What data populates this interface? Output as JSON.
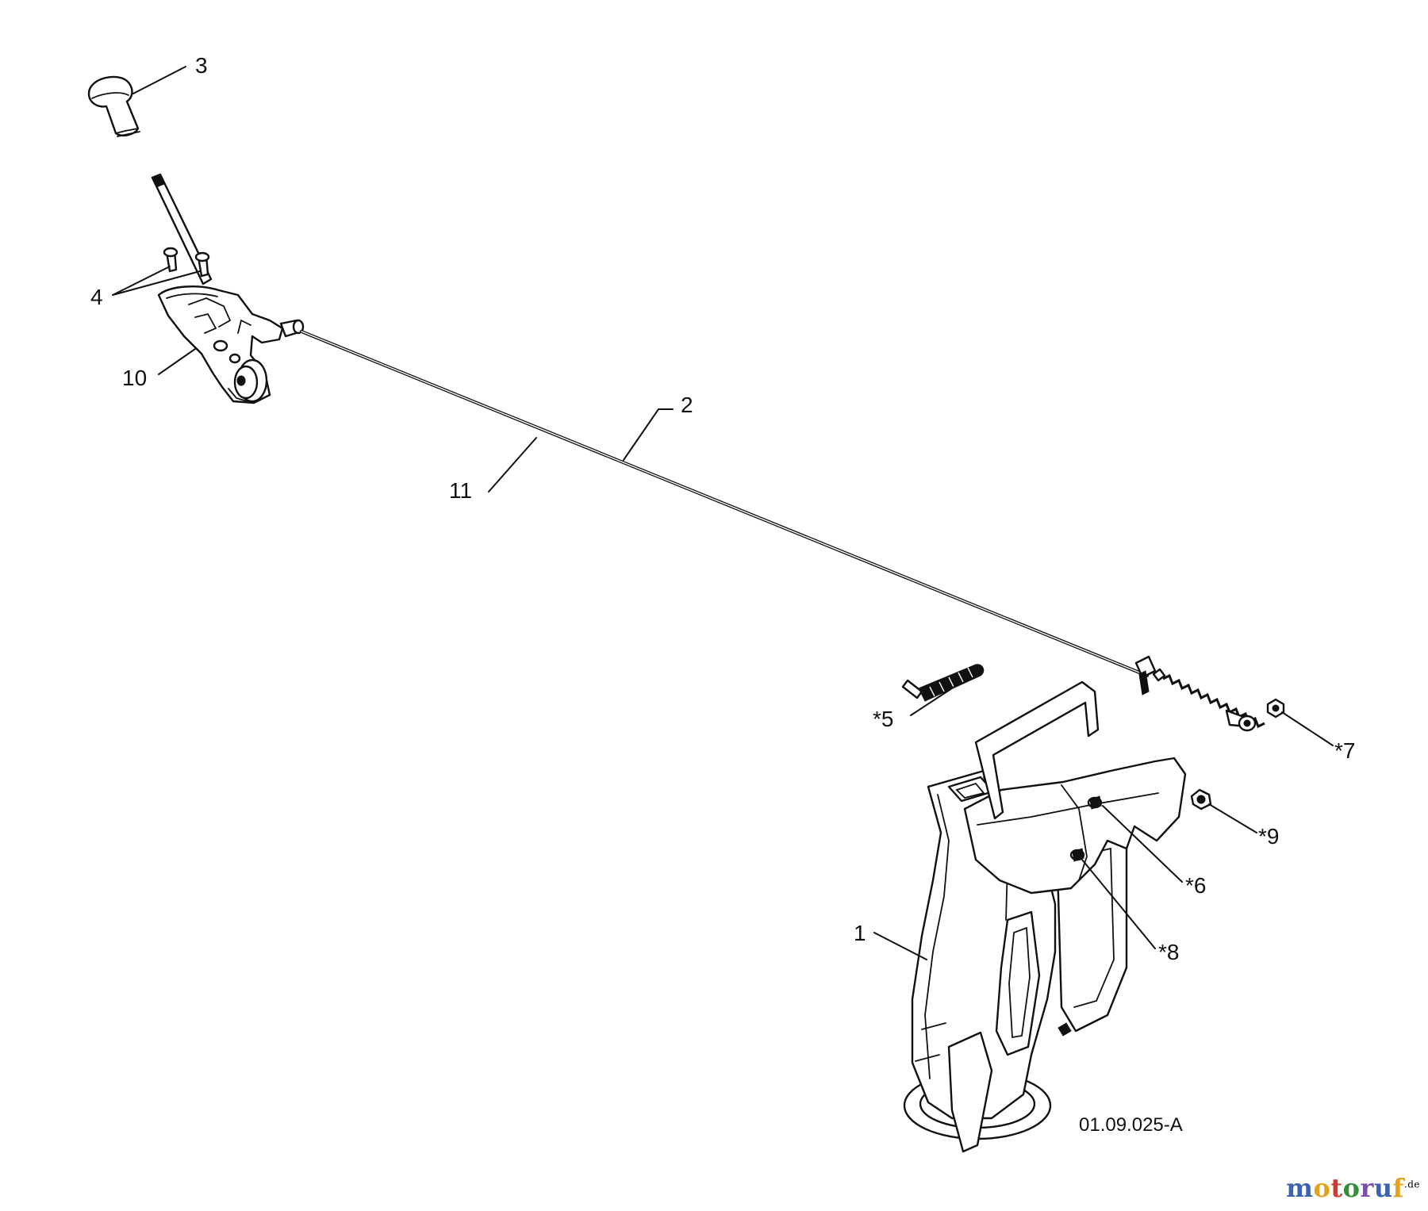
{
  "diagram": {
    "reference_code": "01.09.025-A",
    "callouts": [
      {
        "id": "c3",
        "label": "3"
      },
      {
        "id": "c4",
        "label": "4"
      },
      {
        "id": "c10",
        "label": "10"
      },
      {
        "id": "c2",
        "label": "2"
      },
      {
        "id": "c11",
        "label": "11"
      },
      {
        "id": "c5",
        "label": "*5"
      },
      {
        "id": "c7",
        "label": "*7"
      },
      {
        "id": "c9",
        "label": "*9"
      },
      {
        "id": "c6",
        "label": "*6"
      },
      {
        "id": "c8",
        "label": "*8"
      },
      {
        "id": "c1",
        "label": "1"
      }
    ]
  },
  "watermark": {
    "letters": [
      "m",
      "o",
      "t",
      "o",
      "r",
      "u",
      "f"
    ],
    "suffix": ".de",
    "colors": [
      "#3a63b0",
      "#e2a21b",
      "#d23a2c",
      "#2f8f3a",
      "#7a4fa8",
      "#3a63b0",
      "#e2a21b"
    ]
  }
}
